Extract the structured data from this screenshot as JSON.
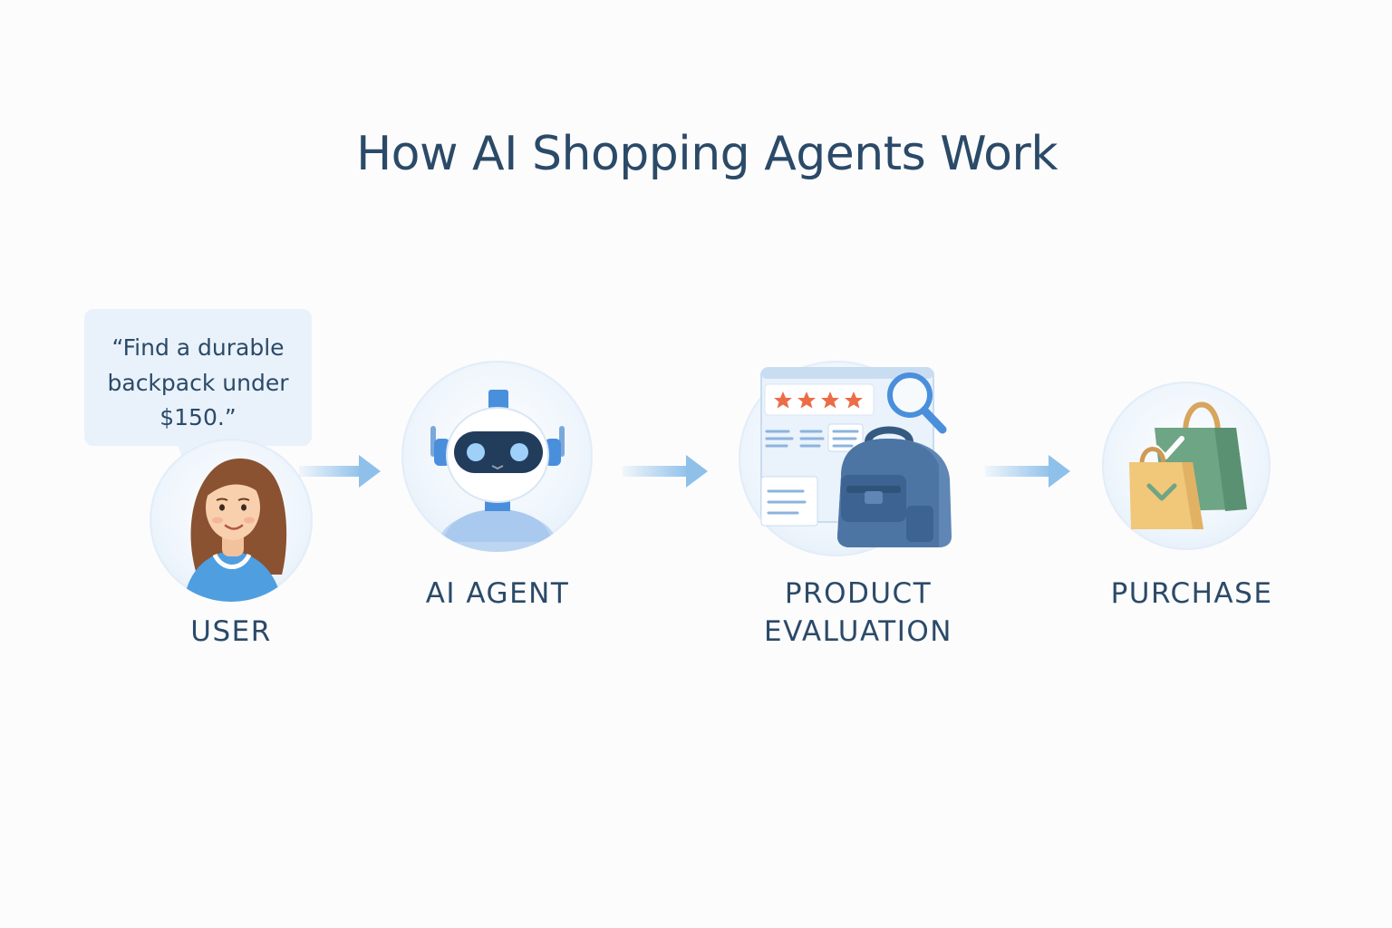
{
  "title": "How AI Shopping Agents Work",
  "bubble": {
    "text": "“Find a durable\nbackpack under\n$150.”"
  },
  "steps": [
    {
      "label": "USER",
      "icon": "user-avatar-icon"
    },
    {
      "label": "AI AGENT",
      "icon": "robot-icon"
    },
    {
      "label": "PRODUCT\nEVALUATION",
      "icon": "product-evaluation-icon"
    },
    {
      "label": "PURCHASE",
      "icon": "shopping-bags-icon"
    }
  ],
  "colors": {
    "title": "#2b4a68",
    "arrow": "#8fc0ea",
    "accent_blue": "#4a8fdc",
    "star": "#ec6c47"
  }
}
